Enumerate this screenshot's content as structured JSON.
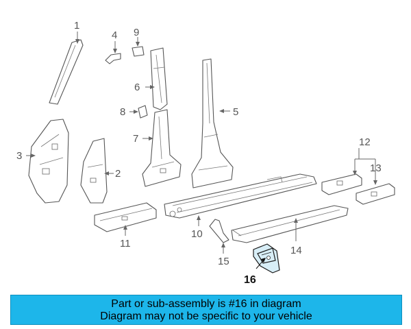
{
  "diagram": {
    "callouts": [
      "1",
      "2",
      "3",
      "4",
      "5",
      "6",
      "7",
      "8",
      "9",
      "10",
      "11",
      "12",
      "13",
      "14",
      "15",
      "16"
    ],
    "highlight_color": "#1db6ea"
  },
  "banner": {
    "line1": "Part or sub-assembly is #16 in diagram",
    "line2": "Diagram may not be specific to your vehicle",
    "background": "#1db6ea"
  }
}
